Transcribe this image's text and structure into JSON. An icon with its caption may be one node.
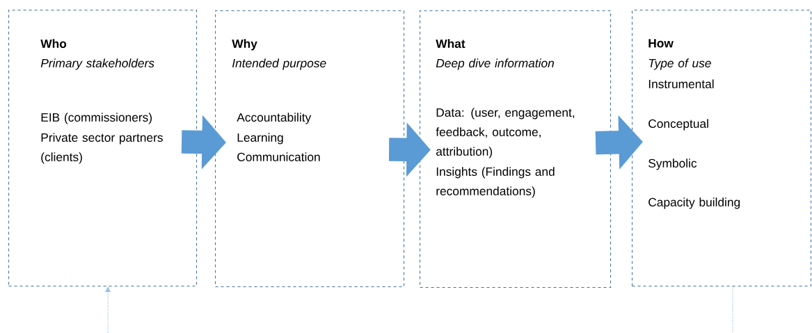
{
  "diagram": {
    "nodes": [
      {
        "text": [
          "Who",
          "Primary stakeholders",
          "EIB (commissioners)",
          "Private sector partners (clients)"
        ]
      },
      {
        "text": [
          "Why",
          "Intended purpose",
          "Accountability",
          "Learning",
          "Communication"
        ]
      },
      {
        "text": [
          "What",
          "Deep dive information",
          "Data: (user, engagement, feedback, outcome, attribution)",
          "Insights (Findings and recommendations)"
        ]
      },
      {
        "text": [
          "How",
          "Type of use",
          "Instrumental",
          "Conceptual",
          "Symbolic",
          "Capacity building"
        ]
      }
    ],
    "edges": [
      {
        "from": 0,
        "to": 1,
        "arrow": "to"
      },
      {
        "from": 1,
        "to": 2,
        "arrow": "to"
      },
      {
        "from": 2,
        "to": 3,
        "arrow": "to"
      },
      {
        "from": null,
        "to": 0,
        "arrow": "to",
        "style": "dashed",
        "color": "#9dc3e6"
      },
      {
        "from": 3,
        "to": null,
        "arrow": "none",
        "style": "dashed",
        "color": "#9dc3e6"
      }
    ]
  }
}
